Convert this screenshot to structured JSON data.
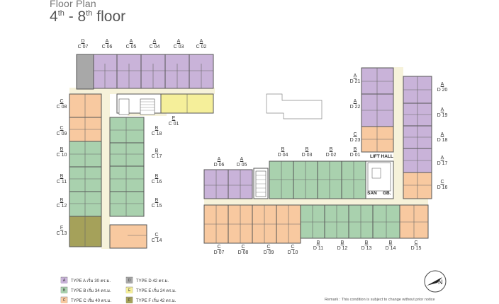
{
  "header": {
    "title": "Floor Plan",
    "floor_from": "4",
    "floor_from_suffix": "th",
    "floor_sep": " - ",
    "floor_to": "8",
    "floor_to_suffix": "th",
    "floor_word": "floor"
  },
  "colors": {
    "type_a": "#c9b3d9",
    "type_b": "#a9d1ae",
    "type_c": "#f8c9a0",
    "type_d": "#a8a8a8",
    "type_e": "#f5ef9a",
    "type_f": "#a5a15a",
    "corridor": "#f6f2da",
    "wall": "#555555"
  },
  "units_left": [
    {
      "type": "D",
      "code": "C 07"
    },
    {
      "type": "A",
      "code": "C 06"
    },
    {
      "type": "A",
      "code": "C 05"
    },
    {
      "type": "A",
      "code": "C 04"
    },
    {
      "type": "A",
      "code": "C 03"
    },
    {
      "type": "A",
      "code": "C 02"
    },
    {
      "type": "C",
      "code": "C 08"
    },
    {
      "type": "C",
      "code": "C 09"
    },
    {
      "type": "B",
      "code": "C 10"
    },
    {
      "type": "B",
      "code": "C 11"
    },
    {
      "type": "B",
      "code": "C 12"
    },
    {
      "type": "F",
      "code": "C 13"
    },
    {
      "type": "E",
      "code": "C 01"
    },
    {
      "type": "B",
      "code": "C 18"
    },
    {
      "type": "B",
      "code": "C 17"
    },
    {
      "type": "B",
      "code": "C 16"
    },
    {
      "type": "B",
      "code": "C 15"
    },
    {
      "type": "C",
      "code": "C 14"
    }
  ],
  "units_right": [
    {
      "type": "A",
      "code": "D 21"
    },
    {
      "type": "A",
      "code": "D 22"
    },
    {
      "type": "C",
      "code": "D 23"
    },
    {
      "type": "A",
      "code": "D 20"
    },
    {
      "type": "A",
      "code": "D 19"
    },
    {
      "type": "A",
      "code": "D 18"
    },
    {
      "type": "A",
      "code": "D 17"
    },
    {
      "type": "C",
      "code": "D 16"
    },
    {
      "type": "A",
      "code": "D 06"
    },
    {
      "type": "A",
      "code": "D 05"
    },
    {
      "type": "B",
      "code": "D 04"
    },
    {
      "type": "B",
      "code": "D 03"
    },
    {
      "type": "B",
      "code": "D 02"
    },
    {
      "type": "B",
      "code": "D 01"
    },
    {
      "type": "C",
      "code": "D 07"
    },
    {
      "type": "C",
      "code": "D 08"
    },
    {
      "type": "C",
      "code": "D 09"
    },
    {
      "type": "C",
      "code": "D 10"
    },
    {
      "type": "B",
      "code": "D 11"
    },
    {
      "type": "B",
      "code": "D 12"
    },
    {
      "type": "B",
      "code": "D 13"
    },
    {
      "type": "B",
      "code": "D 14"
    },
    {
      "type": "C",
      "code": "D 15"
    }
  ],
  "tags": {
    "lift_hall": "LIFT HALL",
    "san": "SAN",
    "gb": "GB."
  },
  "legend": [
    {
      "key": "A",
      "label": "TYPE A เริ่ม 30 ตร.ม."
    },
    {
      "key": "B",
      "label": "TYPE B เริ่ม 34 ตร.ม."
    },
    {
      "key": "C",
      "label": "TYPE C เริ่ม 40 ตร.ม."
    },
    {
      "key": "D",
      "label": "TYPE D 42 ตร.ม."
    },
    {
      "key": "E",
      "label": "TYPE E เริ่ม 24 ตร.ม."
    },
    {
      "key": "F",
      "label": "TYPE F เริ่ม 42 ตร.ม."
    }
  ],
  "remark": "Remark : This condition is subject to change without prior notice",
  "compass": {
    "letter": "N"
  }
}
